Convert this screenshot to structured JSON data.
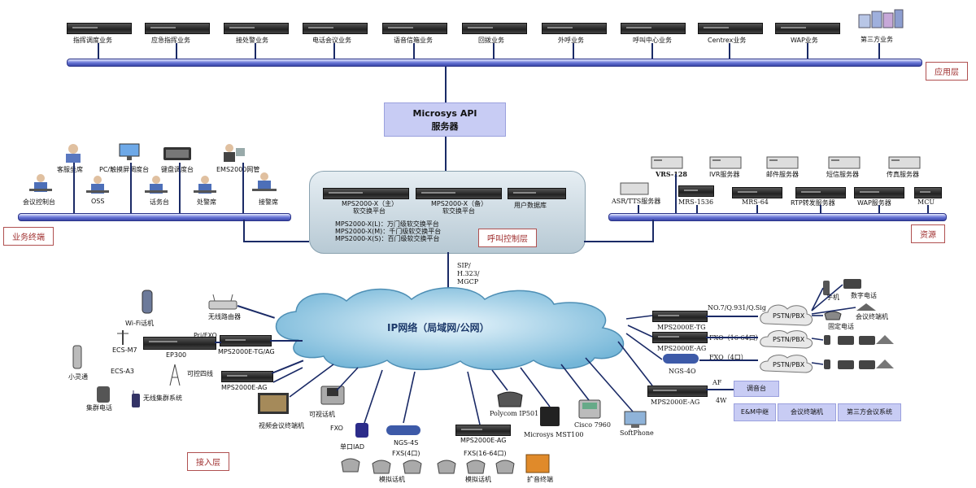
{
  "app_services": [
    "指挥调度业务",
    "应急指挥业务",
    "接处警业务",
    "电话会议业务",
    "语音信箱业务",
    "回拨业务",
    "外呼业务",
    "呼叫中心业务",
    "Centrex业务",
    "WAP业务"
  ],
  "third_party": "第三方业务",
  "layers": {
    "app": "应用层",
    "terminal": "业务终端",
    "resource": "资源",
    "call_control": "呼叫控制层",
    "access": "接入层"
  },
  "api_server": {
    "line1": "Microsys API",
    "line2": "服务器"
  },
  "platform": {
    "main_label": "MPS2000-X（主）",
    "backup_label": "MPS2000-X（备）",
    "platform_text": "软交换平台",
    "db_label": "用户数据库",
    "notes": [
      "MPS2000-X(L)：万门级软交换平台",
      "MPS2000-X(M)：千门级软交换平台",
      "MPS2000-X(S)：百门级软交换平台"
    ]
  },
  "terminals": {
    "top": [
      "客服坐席",
      "PC/触摸屏调度台",
      "键盘调度台",
      "EMS2000网管"
    ],
    "bottom": [
      "会议控制台",
      "OSS",
      "话务台",
      "处警席",
      "接警席"
    ]
  },
  "resources": {
    "top": [
      "VRS-128",
      "IVR服务器",
      "邮件服务器",
      "短信服务器",
      "传真服务器"
    ],
    "bottom": [
      "ASR/TTS服务器",
      "MRS-1536",
      "MRS-64",
      "RTP转发服务器",
      "WAP服务器",
      "MCU"
    ]
  },
  "protocol": [
    "SIP/",
    "H.323/",
    "MGCP"
  ],
  "ip_network": "IP网络（局域网/公网）",
  "left_access": {
    "wifi_phone": "Wi-Fi话机",
    "wireless_router": "无线路由器",
    "ecs_m7": "ECS-M7",
    "ecs_a3": "ECS-A3",
    "xiaolingtong": "小灵通",
    "ep300": "EP300",
    "pri_fxo": "Pri/FXO",
    "tg_ag": "MPS2000E-TG/AG",
    "trunk_line": "可控四线",
    "ag": "MPS2000E-AG",
    "cluster_phone": "集群电话",
    "wireless_cluster": "无线集群系统"
  },
  "bottom_access": {
    "video_terminal": "视频会议终端机",
    "video_phone": "可视话机",
    "fxo": "FXO",
    "single_iad": "单口IAD",
    "ngs4s": "NGS-4S",
    "fxs4": "FXS(4口)",
    "analog_phone": "模拟话机",
    "ag2": "MPS2000E-AG",
    "fxs16": "FXS(16-64口)",
    "analog_phone2": "模拟话机",
    "speaker": "扩音终端",
    "polycom": "Polycom IP501",
    "microsys": "Microsys MST100",
    "cisco": "Cisco 7960",
    "softphone": "SoftPhone"
  },
  "right_access": {
    "tg": "MPS2000E-TG",
    "no7": "NO.7/Q.931/Q.Sig",
    "ag": "MPS2000E-AG",
    "fxo1664": "FXO（16-64口）",
    "ngs4o": "NGS-4O",
    "fxo4": "FXO（4口）",
    "ag2": "MPS2000E-AG",
    "af": "AF",
    "w4": "4W",
    "pstn": "PSTN/PBX",
    "mobile": "手机",
    "digital_phone": "数字电话",
    "conf_terminal": "会议终端机",
    "fixed_phone": "固定电话",
    "dispatch_console": "调音台",
    "em_trunk": "E&M中继",
    "conf_terminal2": "会议终端机",
    "third_conf": "第三方会议系统"
  }
}
